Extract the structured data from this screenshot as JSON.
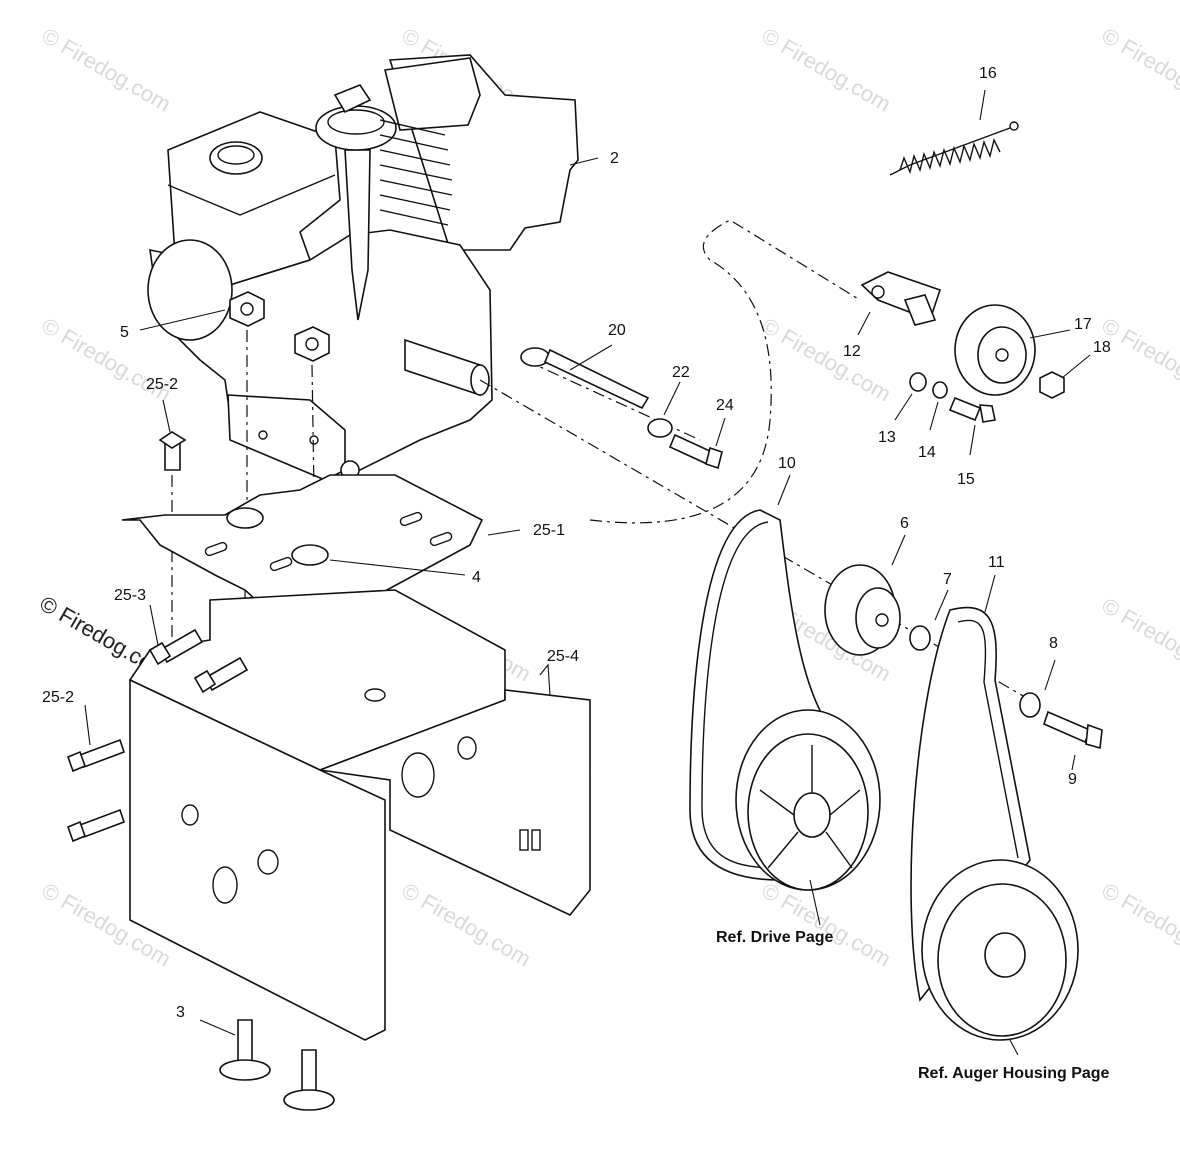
{
  "watermarks": {
    "faint": "© Firedog.com",
    "strong": "© Firedog.com"
  },
  "parts": {
    "p2": "2",
    "p3": "3",
    "p4": "4",
    "p5": "5",
    "p6": "6",
    "p7": "7",
    "p8": "8",
    "p9": "9",
    "p10": "10",
    "p11": "11",
    "p12": "12",
    "p13": "13",
    "p14": "14",
    "p15": "15",
    "p16": "16",
    "p17": "17",
    "p18": "18",
    "p20": "20",
    "p22": "22",
    "p24": "24",
    "p25_1": "25-1",
    "p25_2a": "25-2",
    "p25_2b": "25-2",
    "p25_3": "25-3",
    "p25_4": "25-4"
  },
  "references": {
    "drive": "Ref. Drive Page",
    "auger": "Ref. Auger Housing Page"
  },
  "colors": {
    "line": "#111111",
    "watermark": "#d9d9d9",
    "background": "#ffffff"
  }
}
